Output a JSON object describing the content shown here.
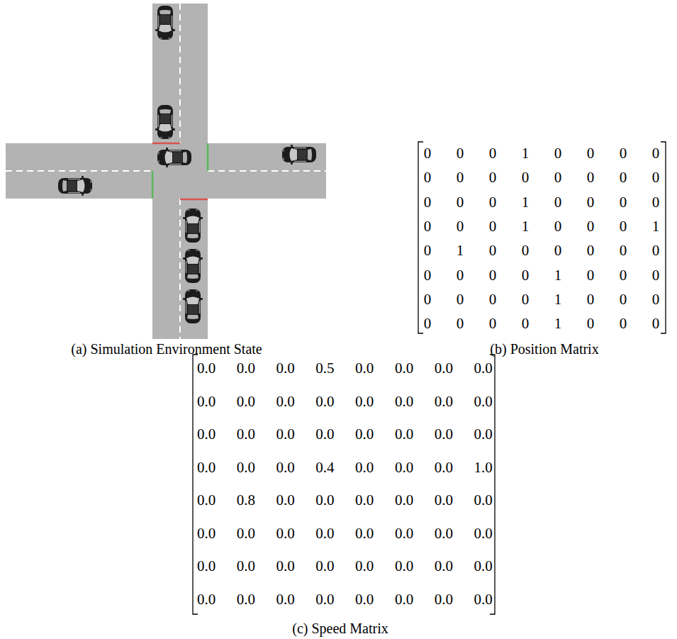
{
  "diagram": {
    "labels": [
      "0",
      "0",
      "0",
      "1",
      "0",
      "0",
      "0",
      "0",
      "0",
      "0",
      "0",
      "0",
      "0",
      "0",
      "0",
      "0",
      "0",
      "0",
      "0",
      "1",
      "0",
      "0",
      "0",
      "0",
      "0",
      "0",
      "0",
      "1",
      "0",
      "0",
      "0",
      "1",
      "0",
      "1",
      "0",
      "0",
      "0",
      "0",
      "0",
      "0",
      "0",
      "0",
      "0",
      "0",
      "1",
      "0",
      "0",
      "0",
      "0",
      "0",
      "0",
      "0",
      "1",
      "0",
      "0",
      "0",
      "0",
      "0",
      "0",
      "0",
      "1",
      "0",
      "0",
      "0",
      "(a) Simulation Environment State",
      "(b) Position Matrix",
      "0.0",
      "0.0",
      "0.0",
      "0.5",
      "0.0",
      "0.0",
      "0.0",
      "0.0",
      "0.0",
      "0.0",
      "0.0",
      "0.0",
      "0.0",
      "0.0",
      "0.0",
      "0.0",
      "0.0",
      "0.0",
      "0.0",
      "0.0",
      "0.0",
      "0.0",
      "0.0",
      "0.0",
      "0.0",
      "0.0",
      "0.0",
      "0.4",
      "0.0",
      "0.0",
      "0.0",
      "1.0",
      "0.0",
      "0.8",
      "0.0",
      "0.0",
      "0.0",
      "0.0",
      "0.0",
      "0.0",
      "0.0",
      "0.0",
      "0.0",
      "0.0",
      "0.0",
      "0.0",
      "0.0",
      "0.0",
      "0.0",
      "0.0",
      "0.0",
      "0.0",
      "0.0",
      "0.0",
      "0.0",
      "0.0",
      "0.0",
      "0.0",
      "0.0",
      "0.0",
      "0.0",
      "0.0",
      "0.0",
      "0.0",
      "(c) Speed Matrix"
    ]
  }
}
